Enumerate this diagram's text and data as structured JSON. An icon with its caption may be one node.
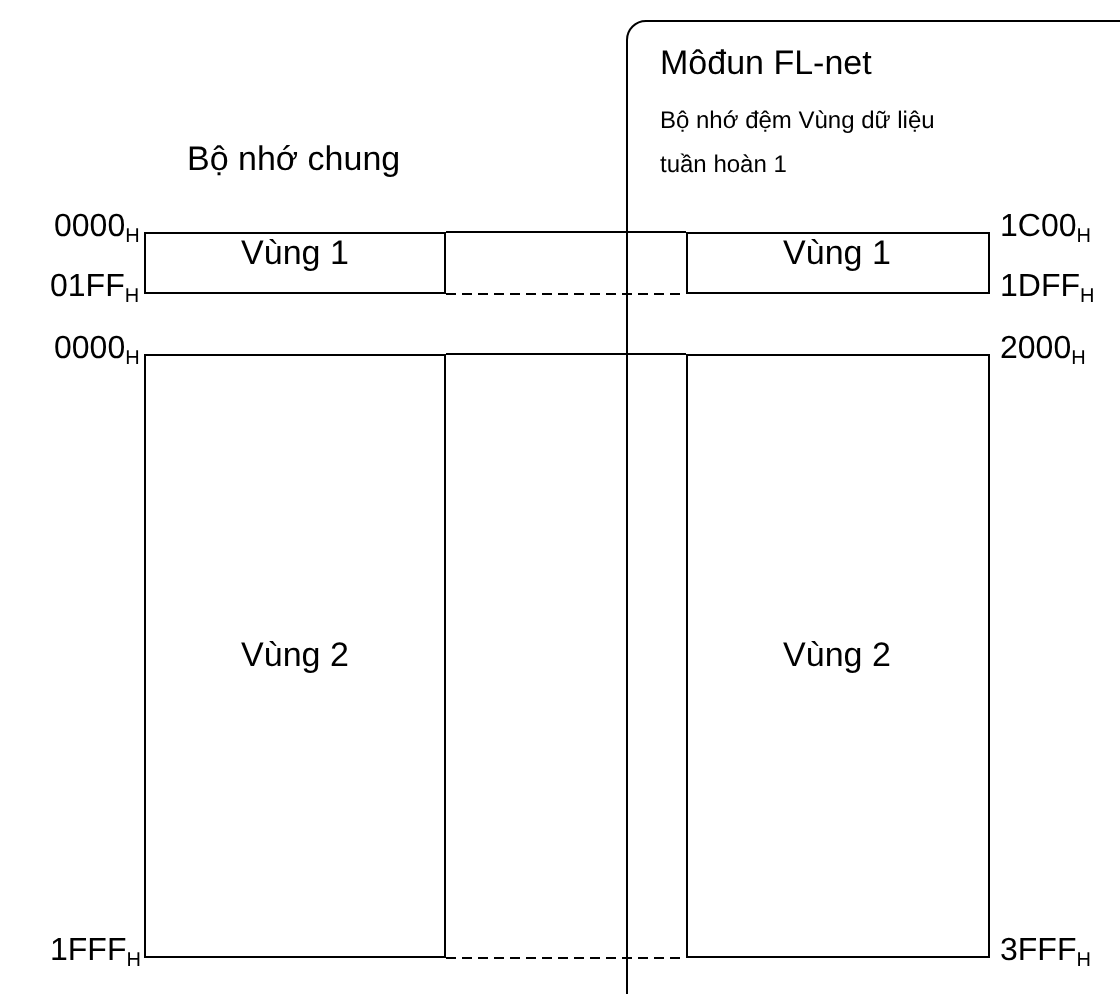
{
  "diagram": {
    "nodes": [
      {
        "text": [
          "Môđun FL-net",
          "Bộ nhớ đệm Vùng dữ liệu tuần hoàn 1"
        ]
      },
      {
        "text": [
          "Vùng 1"
        ]
      },
      {
        "text": [
          "Vùng 2"
        ]
      },
      {
        "text": [
          "Vùng 1"
        ],
        "in": 0
      },
      {
        "text": [
          "Vùng 2"
        ],
        "in": 0
      }
    ],
    "edges": [
      {
        "from": 1,
        "to": 3,
        "arrow": "none"
      },
      {
        "from": 1,
        "to": 3,
        "arrow": "none",
        "style": "dashed"
      },
      {
        "from": 2,
        "to": 4,
        "arrow": "none"
      },
      {
        "from": 2,
        "to": 4,
        "arrow": "none",
        "style": "dashed"
      }
    ],
    "labels": [
      "Bộ nhớ chung",
      "0000$_{H}$",
      "1C00$_{H}$",
      "01FF$_{H}$",
      "1DFF$_{H}$",
      "0000$_{H}$",
      "2000$_{H}$",
      "1FFF$_{H}$",
      "3FFF$_{H}$"
    ]
  }
}
